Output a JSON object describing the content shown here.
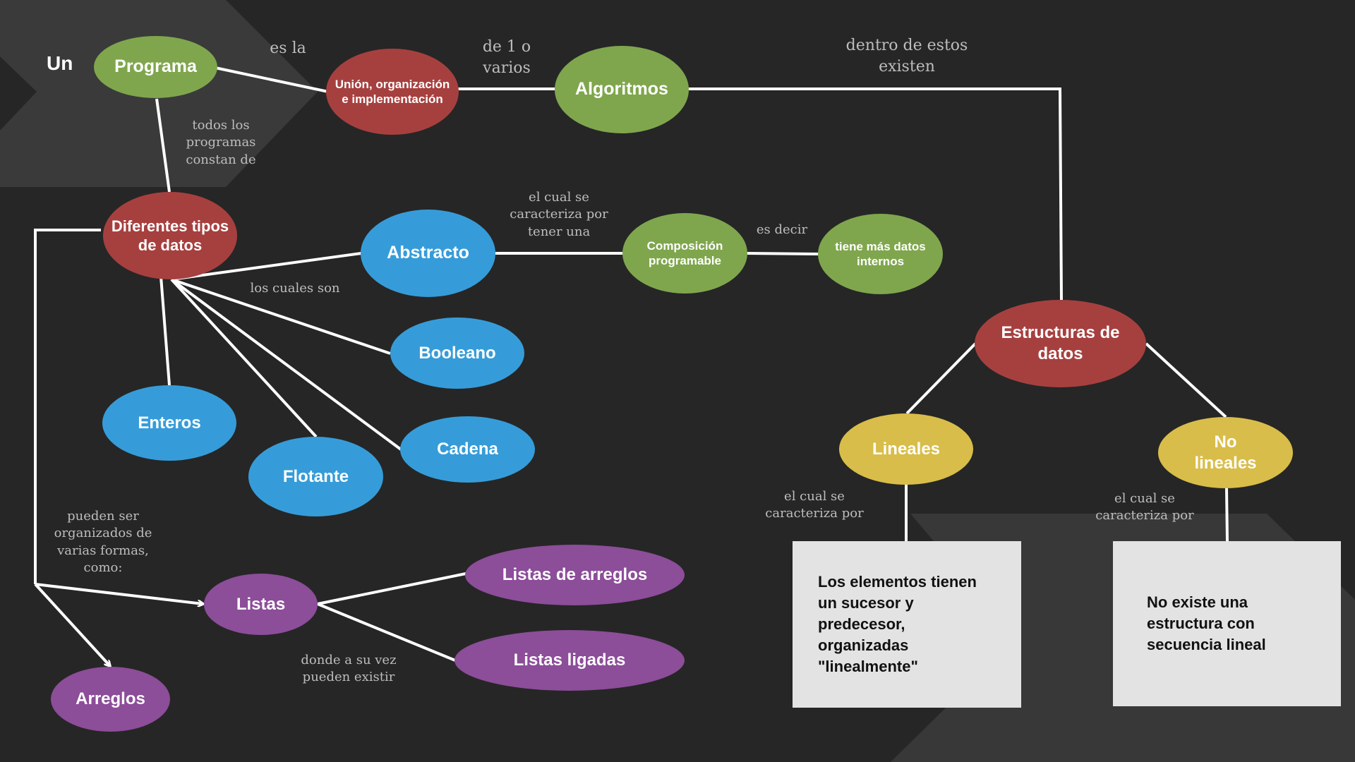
{
  "diagram": {
    "intro_word": "Un",
    "nodes": {
      "programa": "Programa",
      "union": "Unión, organización e implementación",
      "algoritmos": "Algoritmos",
      "tipos_datos": "Diferentes tipos de datos",
      "abstracto": "Abstracto",
      "composicion": "Composición programable",
      "datos_internos": "tiene más datos internos",
      "booleano": "Booleano",
      "enteros": "Enteros",
      "flotante": "Flotante",
      "cadena": "Cadena",
      "estructuras": "Estructuras de datos",
      "lineales": "Lineales",
      "no_lineales": "No lineales",
      "listas": "Listas",
      "listas_arreglos": "Listas de arreglos",
      "listas_ligadas": "Listas ligadas",
      "arreglos": "Arreglos"
    },
    "boxes": {
      "lineales_desc": "Los elementos tienen un sucesor y predecesor, organizadas \"linealmente\"",
      "no_lineales_desc": "No existe una estructura con secuencia lineal"
    },
    "labels": {
      "es_la": "es la",
      "de_1_o_varios": "de 1 o\nvarios",
      "dentro_existen": "dentro de estos\nexisten",
      "todos_constan": "todos los\nprogramas\nconstan de",
      "el_cual_tener": "el cual se\ncaracteriza por\ntener una",
      "es_decir": "es decir",
      "los_cuales_son": "los cuales son",
      "pueden_ser": "pueden ser\norganizados de\nvarias formas,\ncomo:",
      "donde_existir": "donde a su vez\npueden existir",
      "el_cual_lineales": "el cual se\ncaracteriza por",
      "el_cual_no_lineales": "el cual se\ncaracteriza por"
    },
    "colors": {
      "background": "#262626",
      "red": "#a6403f",
      "green": "#7fa64d",
      "blue": "#369cd9",
      "purple": "#8c4d99",
      "yellow": "#d9bd4a",
      "box": "#e3e3e3",
      "connector": "#ffffff"
    }
  }
}
